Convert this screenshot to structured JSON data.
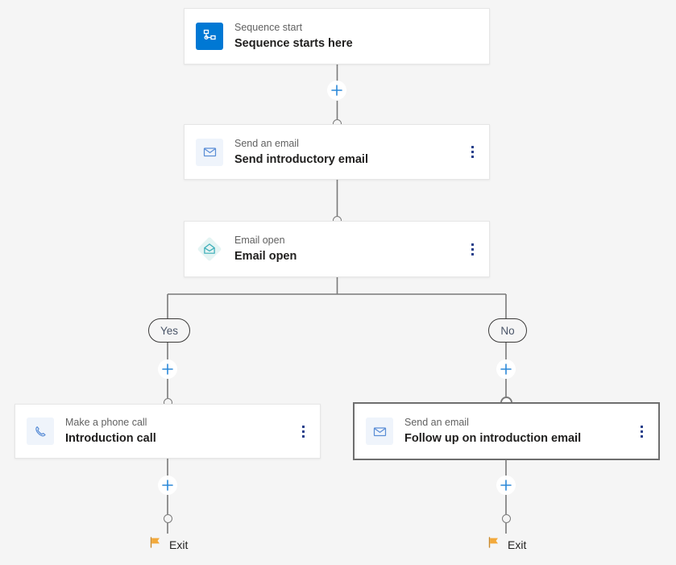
{
  "canvas": {
    "background": "#f5f5f5",
    "accent_blue": "#0078d4",
    "flag_orange": "#f2a93b",
    "teal": "#3aadb8",
    "selected_border": "#6e6e6e"
  },
  "nodes": [
    {
      "id": "sequence-start",
      "subtitle": "Sequence start",
      "title": "Sequence starts here",
      "icon": "sitemap-icon",
      "icon_style": "blue-solid",
      "has_menu": false,
      "selected": false
    },
    {
      "id": "send-introductory-email",
      "subtitle": "Send an email",
      "title": "Send introductory email",
      "icon": "envelope-icon",
      "icon_style": "pale",
      "has_menu": true,
      "selected": false
    },
    {
      "id": "email-open",
      "subtitle": "Email open",
      "title": "Email open",
      "icon": "envelope-open-icon",
      "icon_style": "diamond",
      "has_menu": true,
      "selected": false
    },
    {
      "id": "introduction-call",
      "subtitle": "Make a phone call",
      "title": "Introduction call",
      "icon": "phone-icon",
      "icon_style": "pale",
      "has_menu": true,
      "selected": false
    },
    {
      "id": "follow-up-on-introduction-email",
      "subtitle": "Send an email",
      "title": "Follow up on introduction email",
      "icon": "envelope-icon",
      "icon_style": "pale",
      "has_menu": true,
      "selected": true
    }
  ],
  "branches": {
    "yes_label": "Yes",
    "no_label": "No"
  },
  "exits": [
    {
      "id": "exit-left",
      "label": "Exit",
      "icon": "flag-icon"
    },
    {
      "id": "exit-right",
      "label": "Exit",
      "icon": "flag-icon"
    }
  ],
  "add_buttons": [
    {
      "id": "add-after-start"
    },
    {
      "id": "add-yes-branch"
    },
    {
      "id": "add-no-branch"
    },
    {
      "id": "add-after-call"
    },
    {
      "id": "add-after-followup"
    }
  ]
}
